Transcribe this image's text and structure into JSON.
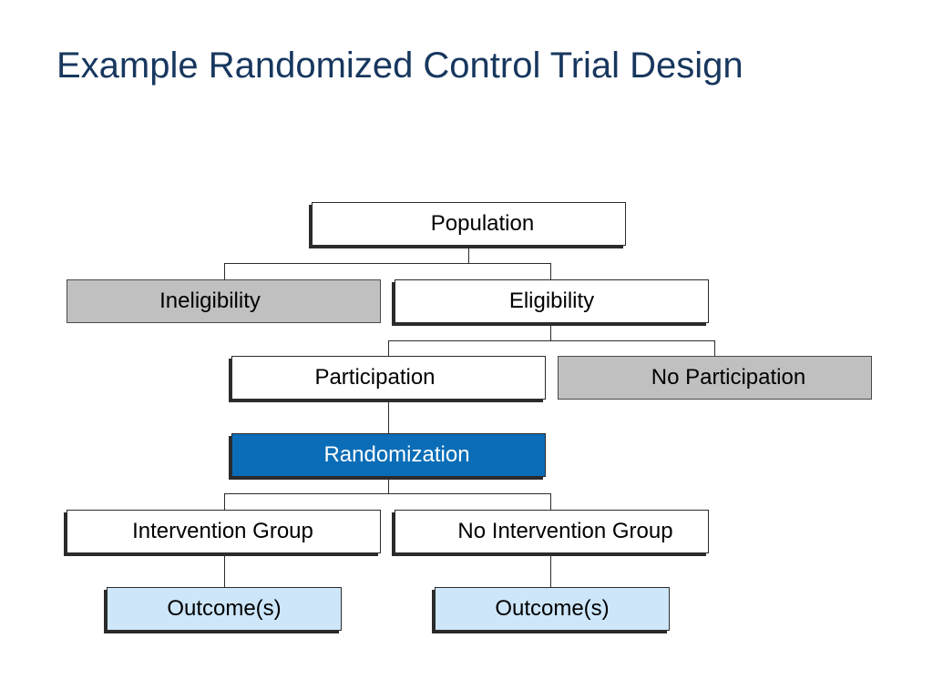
{
  "slide": {
    "title": "Example Randomized Control Trial Design"
  },
  "diagram": {
    "nodes": {
      "population": "Population",
      "ineligibility": "Ineligibility",
      "eligibility": "Eligibility",
      "participation": "Participation",
      "no_participation": "No Participation",
      "randomization": "Randomization",
      "intervention_group": "Intervention Group",
      "no_intervention_group": "No Intervention Group",
      "outcome_intervention": "Outcome(s)",
      "outcome_no_intervention": "Outcome(s)"
    },
    "edges": [
      [
        "population",
        "ineligibility"
      ],
      [
        "population",
        "eligibility"
      ],
      [
        "eligibility",
        "participation"
      ],
      [
        "eligibility",
        "no_participation"
      ],
      [
        "participation",
        "randomization"
      ],
      [
        "randomization",
        "intervention_group"
      ],
      [
        "randomization",
        "no_intervention_group"
      ],
      [
        "intervention_group",
        "outcome_intervention"
      ],
      [
        "no_intervention_group",
        "outcome_no_intervention"
      ]
    ],
    "colors": {
      "title": "#17375e",
      "excluded_fill": "#c0c0c0",
      "randomization_fill": "#0b6db7",
      "outcome_fill": "#cde6fa"
    }
  }
}
